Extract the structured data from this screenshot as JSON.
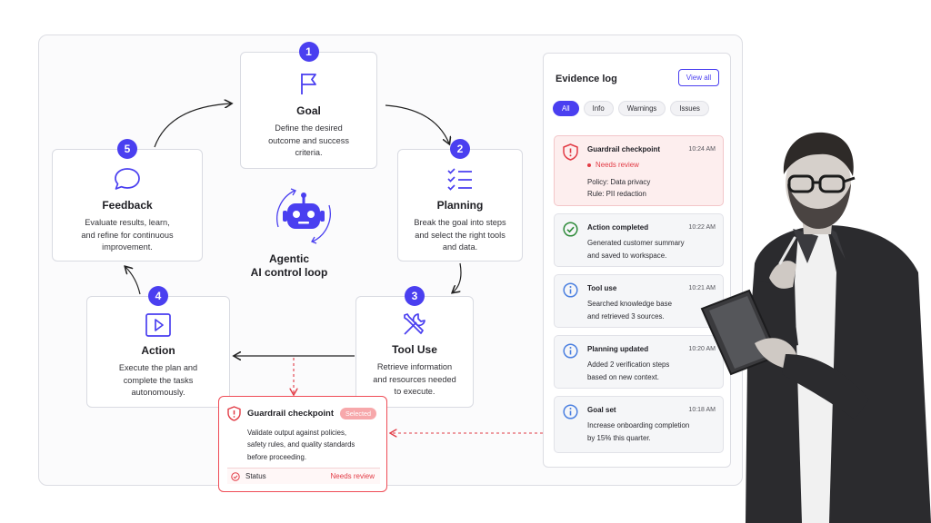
{
  "loop": {
    "title_line1": "Agentic",
    "title_line2": "AI control loop",
    "steps": [
      {
        "num": "1",
        "title": "Goal",
        "desc": [
          "Define the desired",
          "outcome and success",
          "criteria."
        ],
        "icon": "flag-icon"
      },
      {
        "num": "2",
        "title": "Planning",
        "desc": [
          "Break the goal into steps",
          "and select the right tools",
          "and data."
        ],
        "icon": "checklist-icon"
      },
      {
        "num": "3",
        "title": "Tool Use",
        "desc": [
          "Retrieve information",
          "and resources needed",
          "to execute."
        ],
        "icon": "tools-icon"
      },
      {
        "num": "4",
        "title": "Action",
        "desc": [
          "Execute the plan and",
          "complete the tasks",
          "autonomously."
        ],
        "icon": "play-icon"
      },
      {
        "num": "5",
        "title": "Feedback",
        "desc": [
          "Evaluate results, learn,",
          "and refine for continuous",
          "improvement."
        ],
        "icon": "chat-bubble-icon"
      }
    ]
  },
  "guardrail": {
    "title": "Guardrail checkpoint",
    "badge": "Selected",
    "desc": [
      "Validate output against policies,",
      "safety rules, and quality standards",
      "before proceeding."
    ],
    "status_label": "Status",
    "status_value": "Needs review"
  },
  "evidence": {
    "title": "Evidence log",
    "view_all": "View all",
    "filters": [
      "All",
      "Info",
      "Warnings",
      "Issues"
    ],
    "active_filter": "All",
    "entries": [
      {
        "title": "Guardrail checkpoint",
        "time": "10:24 AM",
        "status": "Needs review",
        "lines": [
          "Policy: Data privacy",
          "Rule: PII redaction"
        ],
        "icon": "shield-alert-icon"
      },
      {
        "title": "Action completed",
        "time": "10:22 AM",
        "lines": [
          "Generated customer summary",
          "and saved to workspace."
        ],
        "icon": "check-circle-icon"
      },
      {
        "title": "Tool use",
        "time": "10:21 AM",
        "lines": [
          "Searched knowledge base",
          "and retrieved 3 sources."
        ],
        "icon": "info-icon"
      },
      {
        "title": "Planning updated",
        "time": "10:20 AM",
        "lines": [
          "Added 2 verification steps",
          "based on new context."
        ],
        "icon": "info-icon"
      },
      {
        "title": "Goal set",
        "time": "10:18 AM",
        "lines": [
          "Increase onboarding completion",
          "by 15% this quarter."
        ],
        "icon": "info-icon"
      }
    ]
  },
  "colors": {
    "accent": "#4a3ff0",
    "alert": "#e23b45",
    "success": "#2e8b3a"
  }
}
